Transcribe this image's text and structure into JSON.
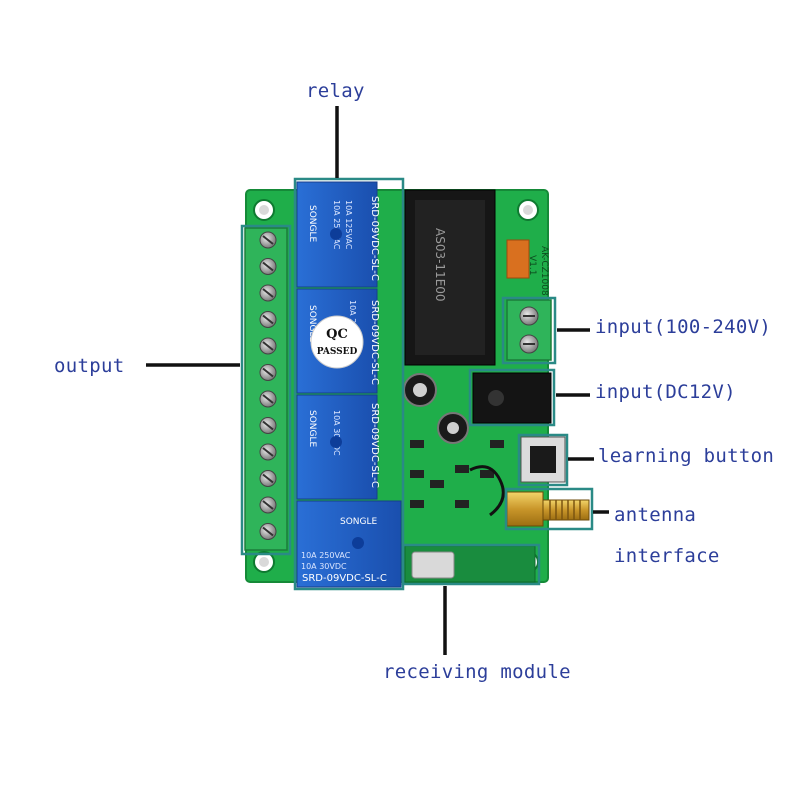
{
  "labels": {
    "relay": "relay",
    "output": "output",
    "input_ac": "input(100-240V)",
    "input_dc": "input(DC12V)",
    "learning_button": "learning button",
    "antenna": "antenna",
    "interface": "interface",
    "receiving_module": "receiving module"
  },
  "board_text": {
    "qc_top": "QC",
    "qc_bottom": "PASSED",
    "relay_part": "SRD-09VDC-SL-C",
    "relay_brand": "SONGLE",
    "relay_rating_1": "10A 250VAC",
    "relay_rating_2": "10A 30VDC",
    "relay_rating_3": "10A 125VAC",
    "relay_rating_4": "10A 28VDC",
    "power_module": "AS03-11E00",
    "board_code": "AK-CZ1008",
    "board_rev": "V1.1"
  },
  "colors": {
    "highlight": "#2a8a86",
    "pcb": "#1fae4a",
    "relay": "#1f5fc8",
    "terminal": "#2fb45a",
    "label": "#2c3e9a"
  }
}
